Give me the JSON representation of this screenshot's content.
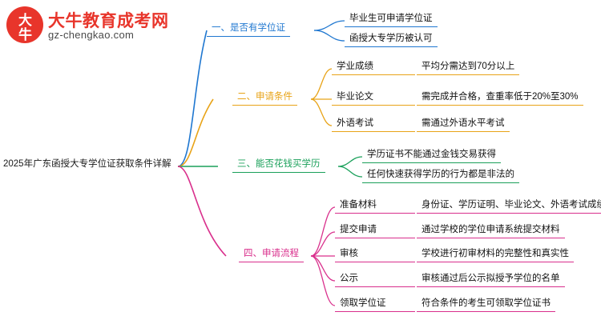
{
  "logo": {
    "mark_top": "大",
    "mark_bottom": "牛",
    "title": "大牛教育成考网",
    "subtitle": "gz-chengkao.com",
    "brand_color": "#e8352b"
  },
  "root": {
    "label": "2025年广东函授大专学位证获取条件详解"
  },
  "branches": [
    {
      "id": "branch-1",
      "label": "一、是否有学位证",
      "color": "#1f77d0",
      "children": [
        {
          "label": "毕业生可申请学位证",
          "detail": ""
        },
        {
          "label": "函授大专学历被认可",
          "detail": ""
        }
      ]
    },
    {
      "id": "branch-2",
      "label": "二、申请条件",
      "color": "#e8a317",
      "children": [
        {
          "label": "学业成绩",
          "detail": "平均分需达到70分以上"
        },
        {
          "label": "毕业论文",
          "detail": "需完成并合格，查重率低于20%至30%"
        },
        {
          "label": "外语考试",
          "detail": "需通过外语水平考试"
        }
      ]
    },
    {
      "id": "branch-3",
      "label": "三、能否花钱买学历",
      "color": "#1aa05a",
      "children": [
        {
          "label": "学历证书不能通过金钱交易获得",
          "detail": ""
        },
        {
          "label": "任何快速获得学历的行为都是非法的",
          "detail": ""
        }
      ]
    },
    {
      "id": "branch-4",
      "label": "四、申请流程",
      "color": "#d92f8c",
      "children": [
        {
          "label": "准备材料",
          "detail": "身份证、学历证明、毕业论文、外语考试成绩"
        },
        {
          "label": "提交申请",
          "detail": "通过学校的学位申请系统提交材料"
        },
        {
          "label": "审核",
          "detail": "学校进行初审材料的完整性和真实性"
        },
        {
          "label": "公示",
          "detail": "审核通过后公示拟授予学位的名单"
        },
        {
          "label": "领取学位证",
          "detail": "符合条件的考生可领取学位证书"
        }
      ]
    }
  ]
}
